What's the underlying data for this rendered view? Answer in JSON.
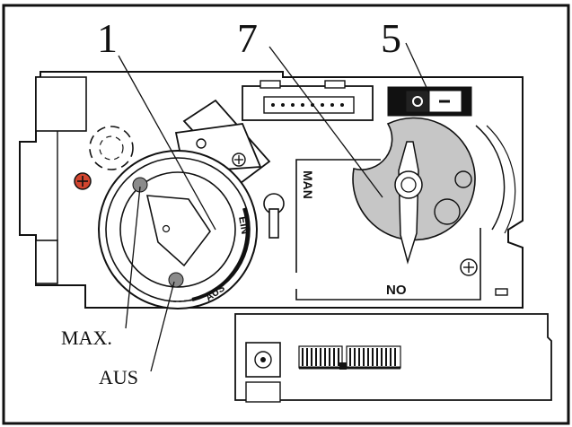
{
  "callouts": {
    "one": "1",
    "seven": "7",
    "five": "5",
    "max": "MAX.",
    "aus": "AUS"
  },
  "dial_labels": {
    "ein": "EIN",
    "aus_small": "AUS"
  },
  "valve_labels": {
    "man": "MAN",
    "no": "NO"
  },
  "colors": {
    "valve_fill": "#c6c6c6",
    "screw_red": "#d2452f",
    "stroke": "#111111"
  }
}
